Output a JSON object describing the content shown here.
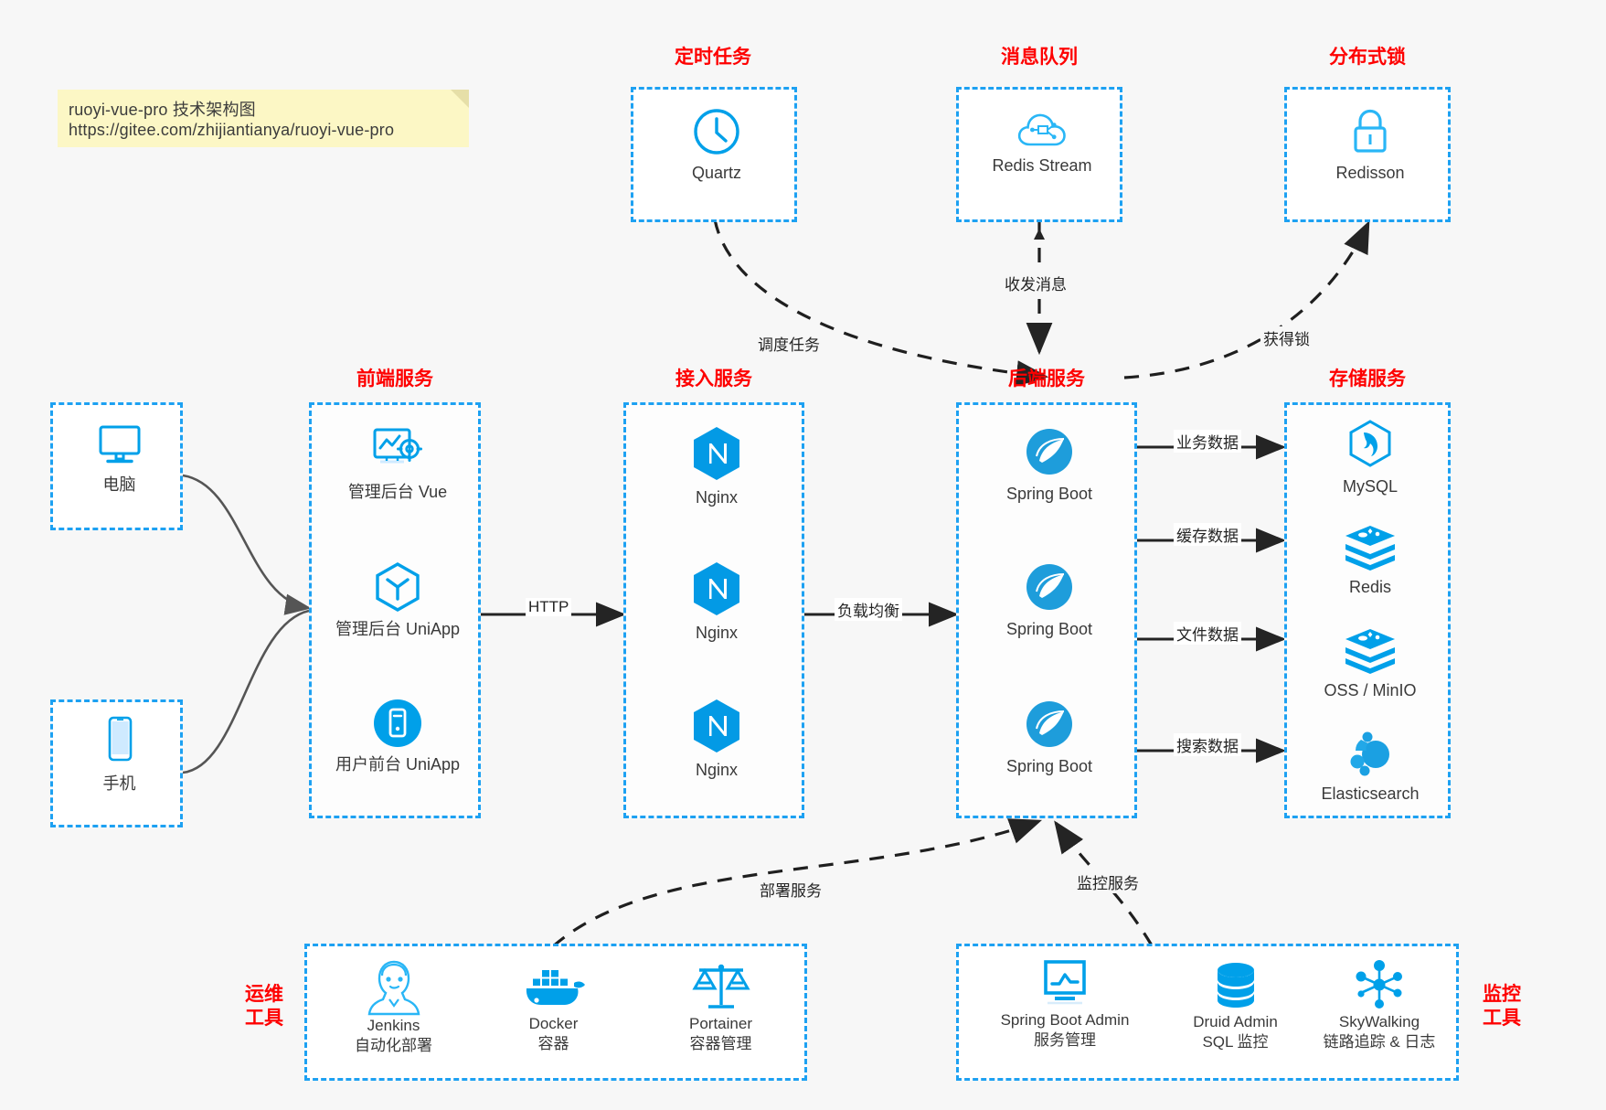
{
  "note": {
    "line1": "ruoyi-vue-pro 技术架构图",
    "line2": "https://gitee.com/zhijiantianya/ruoyi-vue-pro"
  },
  "colors": {
    "accent_blue": "#1da1f2",
    "icon_blue": "#00a0e9",
    "title_red": "#fe0000",
    "background": "#f7f7f7",
    "note_yellow": "#fcf7c5",
    "arrow_dark": "#242424",
    "curve_gray": "#555555"
  },
  "groups": {
    "scheduled_task": {
      "title": "定时任务",
      "nodes": [
        {
          "label": "Quartz",
          "icon": "clock-icon"
        }
      ]
    },
    "message_queue": {
      "title": "消息队列",
      "nodes": [
        {
          "label": "Redis Stream",
          "icon": "cloud-network-icon"
        }
      ]
    },
    "distributed_lock": {
      "title": "分布式锁",
      "nodes": [
        {
          "label": "Redisson",
          "icon": "lock-icon"
        }
      ]
    },
    "clients": {
      "nodes": [
        {
          "label": "电脑",
          "icon": "desktop-monitor-icon"
        },
        {
          "label": "手机",
          "icon": "mobile-phone-icon"
        }
      ]
    },
    "frontend": {
      "title": "前端服务",
      "nodes": [
        {
          "label": "管理后台 Vue",
          "icon": "dashboard-settings-icon"
        },
        {
          "label": "管理后台 UniApp",
          "icon": "cube-icon"
        },
        {
          "label": "用户前台 UniApp",
          "icon": "mobile-app-icon"
        }
      ]
    },
    "gateway": {
      "title": "接入服务",
      "nodes": [
        {
          "label": "Nginx",
          "icon": "nginx-icon"
        },
        {
          "label": "Nginx",
          "icon": "nginx-icon"
        },
        {
          "label": "Nginx",
          "icon": "nginx-icon"
        }
      ]
    },
    "backend": {
      "title": "后端服务",
      "nodes": [
        {
          "label": "Spring Boot",
          "icon": "spring-boot-icon"
        },
        {
          "label": "Spring Boot",
          "icon": "spring-boot-icon"
        },
        {
          "label": "Spring Boot",
          "icon": "spring-boot-icon"
        }
      ]
    },
    "storage": {
      "title": "存储服务",
      "nodes": [
        {
          "label": "MySQL",
          "icon": "mysql-dolphin-icon"
        },
        {
          "label": "Redis",
          "icon": "redis-stack-icon"
        },
        {
          "label": "OSS / MinIO",
          "icon": "redis-stack-icon"
        },
        {
          "label": "Elasticsearch",
          "icon": "elasticsearch-icon"
        }
      ]
    },
    "devops_tools": {
      "title_line1": "运维",
      "title_line2": "工具",
      "nodes": [
        {
          "label": "Jenkins",
          "sublabel": "自动化部署",
          "icon": "jenkins-butler-icon"
        },
        {
          "label": "Docker",
          "sublabel": "容器",
          "icon": "docker-whale-icon"
        },
        {
          "label": "Portainer",
          "sublabel": "容器管理",
          "icon": "scales-balance-icon"
        }
      ]
    },
    "monitor_tools": {
      "title_line1": "监控",
      "title_line2": "工具",
      "nodes": [
        {
          "label": "Spring Boot Admin",
          "sublabel": "服务管理",
          "icon": "monitor-chart-icon"
        },
        {
          "label": "Druid Admin",
          "sublabel": "SQL 监控",
          "icon": "database-stack-icon"
        },
        {
          "label": "SkyWalking",
          "sublabel": "链路追踪 & 日志",
          "icon": "network-nodes-icon"
        }
      ]
    }
  },
  "edges": [
    {
      "id": "edge-schedule",
      "label": "调度任务"
    },
    {
      "id": "edge-mq",
      "label": "收发消息"
    },
    {
      "id": "edge-lock",
      "label": "获得锁"
    },
    {
      "id": "edge-http",
      "label": "HTTP"
    },
    {
      "id": "edge-lb",
      "label": "负载均衡"
    },
    {
      "id": "edge-biz-data",
      "label": "业务数据"
    },
    {
      "id": "edge-cache-data",
      "label": "缓存数据"
    },
    {
      "id": "edge-file-data",
      "label": "文件数据"
    },
    {
      "id": "edge-search-data",
      "label": "搜索数据"
    },
    {
      "id": "edge-deploy",
      "label": "部署服务"
    },
    {
      "id": "edge-monitor",
      "label": "监控服务"
    }
  ]
}
